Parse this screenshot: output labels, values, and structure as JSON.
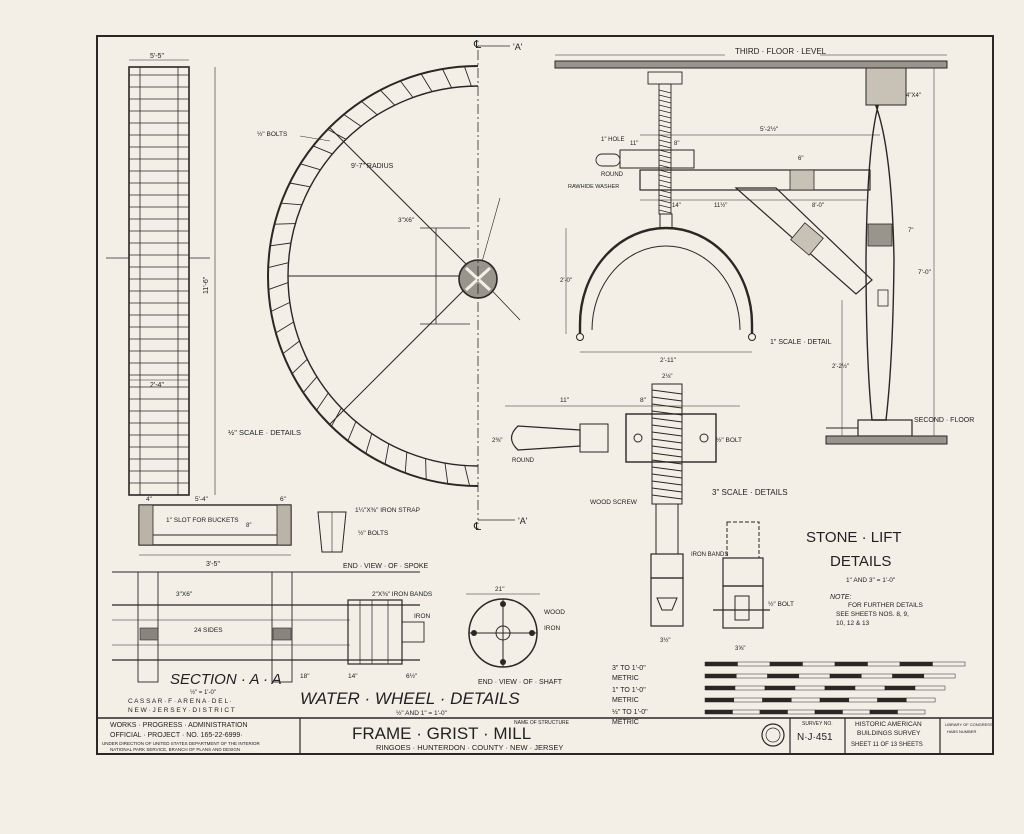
{
  "sheet": {
    "paper_color": "#f3efe6",
    "ink_color": "#2a2724"
  },
  "labels": {
    "third_floor": "THIRD · FLOOR · LEVEL",
    "second_floor": "SECOND · FLOOR",
    "cl_top": "℄",
    "cl_bottom": "℄",
    "a_top": "'A'",
    "a_bottom": "'A'",
    "half_bolts": "½\" BOLTS",
    "radius": "9'-7\" RADIUS",
    "spoke_size": "3\"X6\"",
    "height_11": "11'-6\"",
    "width_5_5": "5'-5\"",
    "dim_2_4": "2'-4\"",
    "scale_half_details": "½\" SCALE · DETAILS",
    "slot_for_buckets": "1\" SLOT FOR BUCKETS",
    "dim_4": "4\"",
    "dim_5_4": "5'-4\"",
    "dim_6": "6\"",
    "dim_8": "8\"",
    "dim_3_5": "3'-5\"",
    "iron_strap": "1¼\"X⅜\" IRON STRAP",
    "half_bolts_small": "½\" BOLTS",
    "end_view_spoke": "END · VIEW · OF · SPOKE",
    "beam_3x6": "3\"X6\"",
    "twenty_four_sides": "24 SIDES",
    "iron_bands": "2\"X⅜\" IRON BANDS",
    "iron": "IRON",
    "dim_18": "18\"",
    "dim_14": "14\"",
    "dim_6_5": "6½\"",
    "section_aa": "SECTION · A · A",
    "section_scale": "½\" = 1'-0\"",
    "delineator_line1": "C A S S A R · F · A R E N A · D E L ·",
    "delineator_line2": "N E W · J E R S E Y · D I S T R I C T",
    "dim_21": "21\"",
    "wood": "WOOD",
    "iron_shaft": "IRON",
    "end_view_shaft": "END · VIEW · OF · SHAFT",
    "water_wheel_details": "WATER · WHEEL · DETAILS",
    "wheel_scale": "½\" AND 1\" = 1'-0\"",
    "hole": "1\" HOLE",
    "round": "ROUND",
    "rawhide_washer": "RAWHIDE WASHER",
    "dim_11": "11\"",
    "dim_8b": "8\"",
    "dim_5_2": "5'-2½\"",
    "dim_6b": "6\"",
    "dim_14b": "14\"",
    "dim_11b": "11½\"",
    "dim_8_0": "8'-0\"",
    "dim_2_11": "2'-11\"",
    "dim_2_0": "2'-0\"",
    "dim_7_0": "7'-0\"",
    "dim_2_2": "2'-2½\"",
    "dim_7b": "7\"",
    "dim_4_4": "4\"X4\"",
    "one_inch_scale": "1\" SCALE · DETAIL",
    "dim_11c": "11\"",
    "dim_8c": "8\"",
    "dim_2_3": "2⅜\"",
    "dim_2_3b": "2⅛\"",
    "half_bolt": "½\" BOLT",
    "round_b": "ROUND",
    "three_scale": "3\" SCALE · DETAILS",
    "wood_screw": "WOOD SCREW",
    "iron_bands_b": "IRON BANDS",
    "half_bolt_b": "½\" BOLT",
    "dim_3_5b": "3½\"",
    "dim_3_5c": "3⅝\"",
    "stone_lift_title_1": "STONE · LIFT",
    "stone_lift_title_2": "DETAILS",
    "stone_lift_scale": "1\" AND 3\" = 1'-0\"",
    "note_title": "NOTE:",
    "note_line1": "FOR FURTHER DETAILS",
    "note_line2": "SEE SHEETS NOS. 8, 9,",
    "note_line3": "10, 12 & 13",
    "scale_1": "3\" TO 1'-0\"",
    "scale_2": "METRIC",
    "scale_3": "1\" TO 1'-0\"",
    "scale_4": "METRIC",
    "scale_5": "½\" TO 1'-0\"",
    "scale_6": "METRIC"
  },
  "title_block": {
    "wpa_line1": "WORKS · PROGRESS · ADMINISTRATION",
    "wpa_line2": "OFFICIAL · PROJECT · NO. 165-22-6999·",
    "wpa_line3": "UNDER DIRECTION OF UNITED STATES DEPARTMENT OF THE INTERIOR",
    "wpa_line4": "NATIONAL PARK SERVICE, BRANCH OF PLANS AND DESIGN",
    "name_caption": "NAME OF STRUCTURE",
    "structure_name": "FRAME · GRIST · MILL",
    "location": "RINGOES · HUNTERDON · COUNTY · NEW · JERSEY",
    "survey_caption": "SURVEY NO.",
    "survey_no": "N·J·451",
    "habs_line1": "HISTORIC AMERICAN",
    "habs_line2": "BUILDINGS SURVEY",
    "sheet_text": "SHEET 11 OF 13 SHEETS",
    "loc_line1": "LIBRARY OF CONGRESS",
    "loc_line2": "HABS NUMBER"
  }
}
